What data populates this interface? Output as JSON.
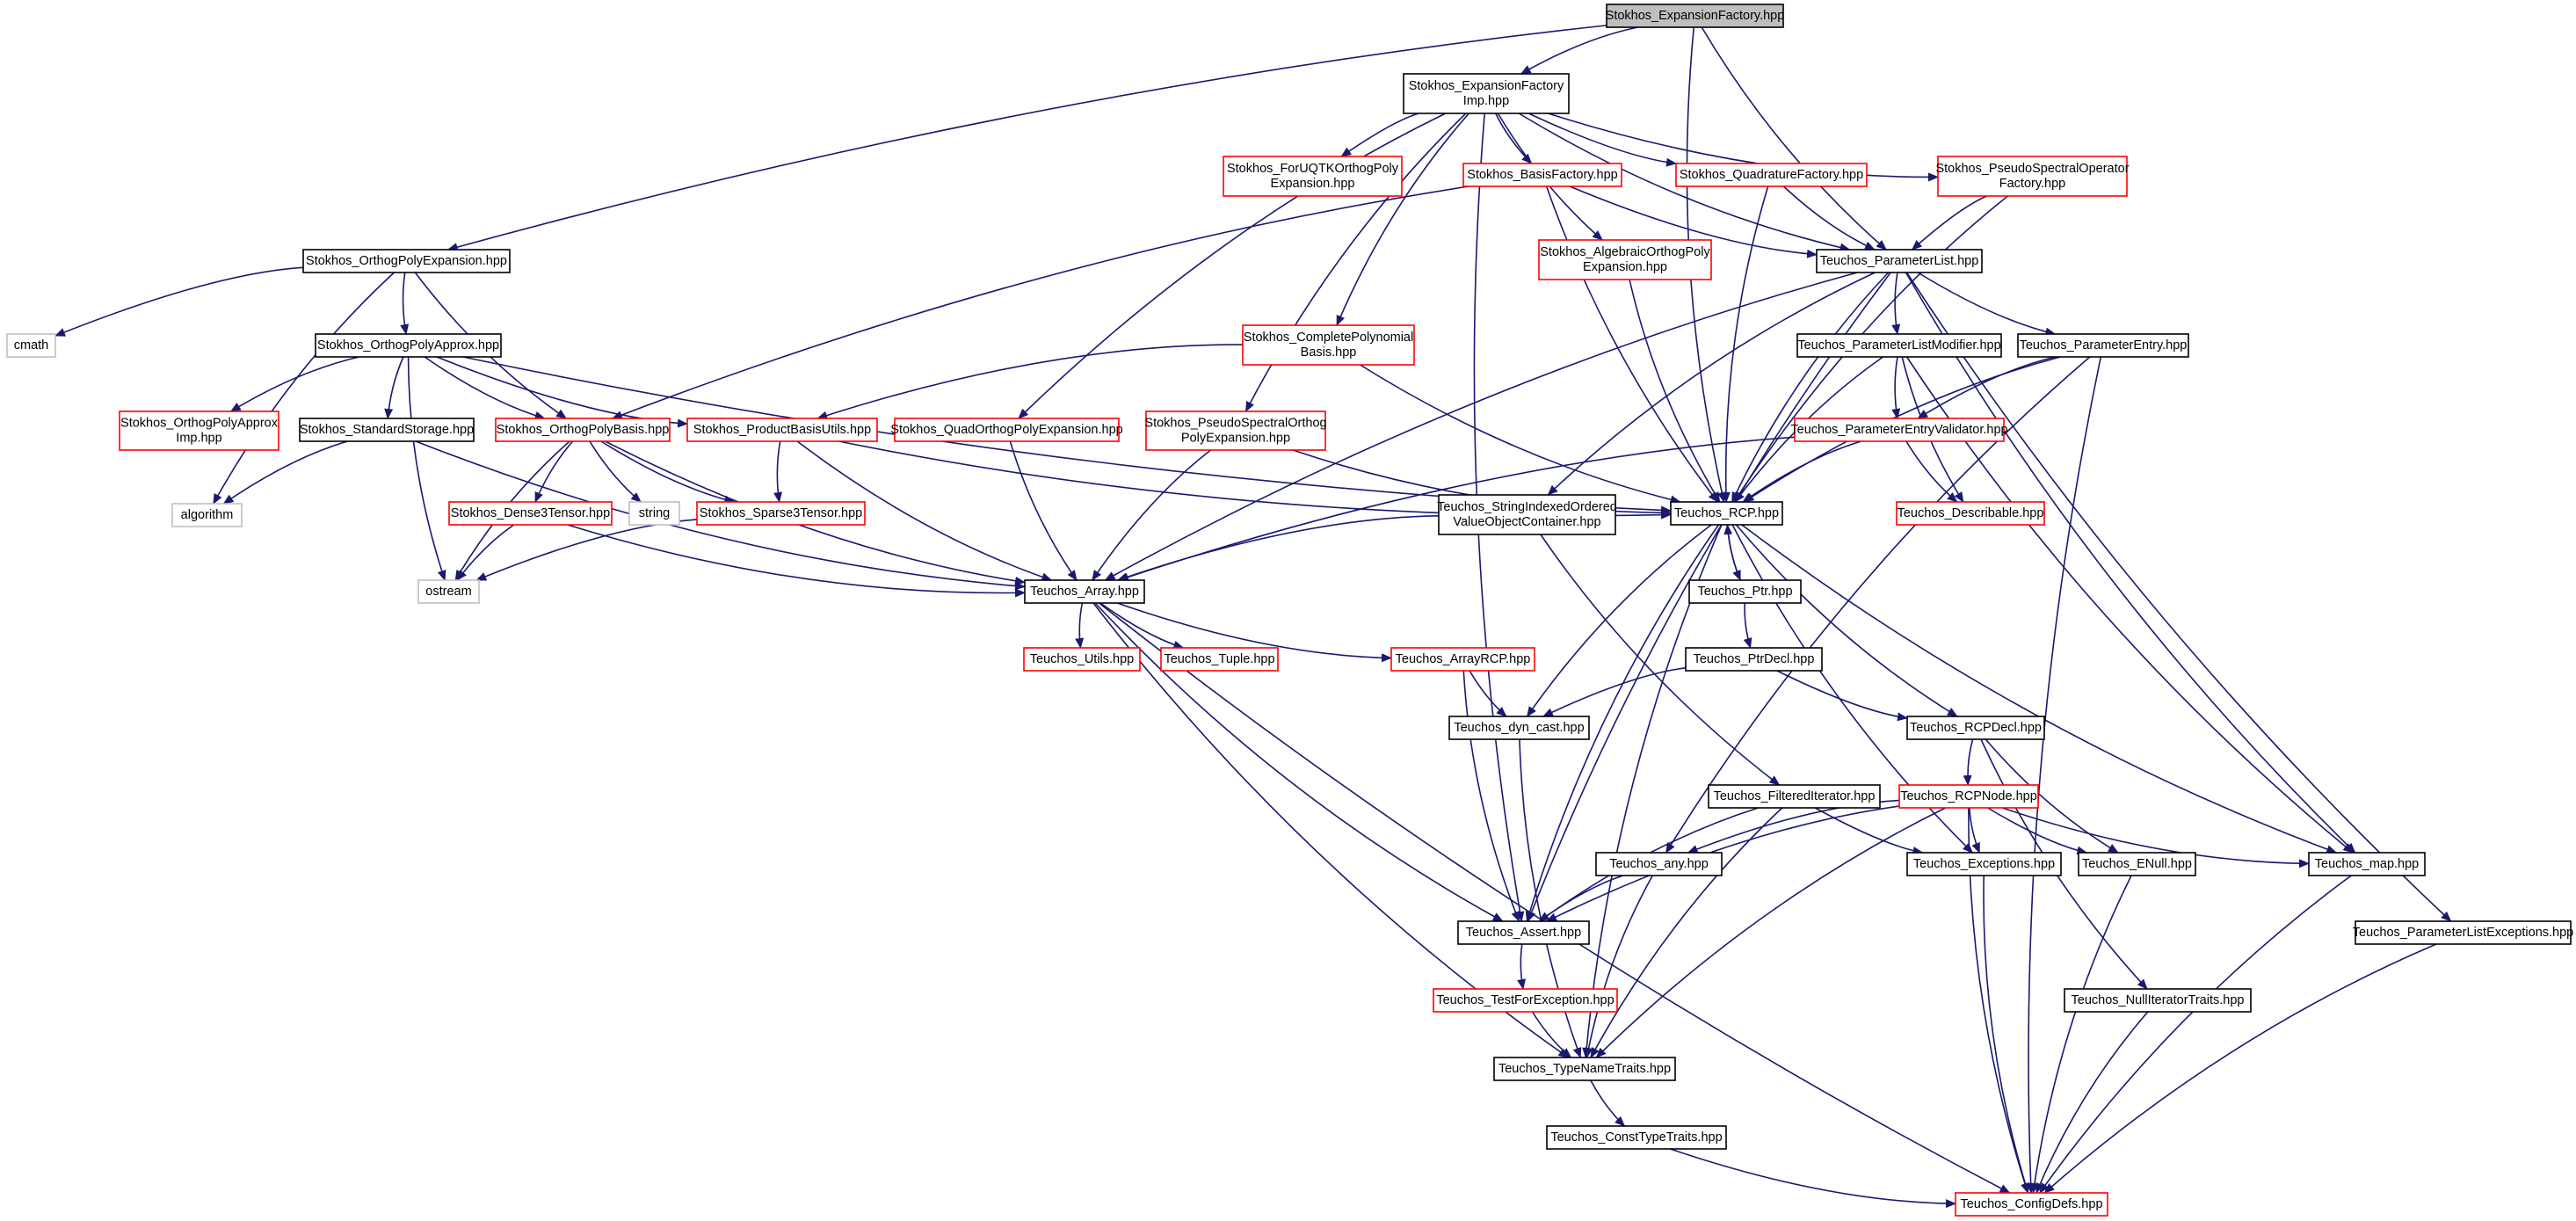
{
  "colors": {
    "edge": "#191970",
    "node_border_black": "#000000",
    "node_border_red": "#ff0000",
    "node_border_gray": "#bfbfbf",
    "root_fill": "#bfbfbf",
    "node_fill": "#ffffff"
  },
  "nodes": {
    "expansion_factory": {
      "lines": [
        "Stokhos_ExpansionFactory.hpp"
      ],
      "kind": "root"
    },
    "expansion_factory_imp": {
      "lines": [
        "Stokhos_ExpansionFactory",
        "Imp.hpp"
      ],
      "kind": "normal"
    },
    "orthog_poly_expansion": {
      "lines": [
        "Stokhos_OrthogPolyExpansion.hpp"
      ],
      "kind": "normal"
    },
    "cmath": {
      "lines": [
        "cmath"
      ],
      "kind": "system"
    },
    "orthog_poly_approx": {
      "lines": [
        "Stokhos_OrthogPolyApprox.hpp"
      ],
      "kind": "normal"
    },
    "orthog_poly_approx_imp": {
      "lines": [
        "Stokhos_OrthogPolyApprox",
        "Imp.hpp"
      ],
      "kind": "red"
    },
    "standard_storage": {
      "lines": [
        "Stokhos_StandardStorage.hpp"
      ],
      "kind": "normal"
    },
    "algorithm": {
      "lines": [
        "algorithm"
      ],
      "kind": "system"
    },
    "orthog_poly_basis": {
      "lines": [
        "Stokhos_OrthogPolyBasis.hpp"
      ],
      "kind": "red"
    },
    "product_basis_utils": {
      "lines": [
        "Stokhos_ProductBasisUtils.hpp"
      ],
      "kind": "red"
    },
    "string": {
      "lines": [
        "string"
      ],
      "kind": "system"
    },
    "dense3tensor": {
      "lines": [
        "Stokhos_Dense3Tensor.hpp"
      ],
      "kind": "red"
    },
    "sparse3tensor": {
      "lines": [
        "Stokhos_Sparse3Tensor.hpp"
      ],
      "kind": "red"
    },
    "ostream": {
      "lines": [
        "ostream"
      ],
      "kind": "system"
    },
    "for_uqtk": {
      "lines": [
        "Stokhos_ForUQTKOrthogPoly",
        "Expansion.hpp"
      ],
      "kind": "red"
    },
    "basis_factory": {
      "lines": [
        "Stokhos_BasisFactory.hpp"
      ],
      "kind": "red"
    },
    "quadrature_factory": {
      "lines": [
        "Stokhos_QuadratureFactory.hpp"
      ],
      "kind": "red"
    },
    "pseudo_spectral_op_factory": {
      "lines": [
        "Stokhos_PseudoSpectralOperator",
        "Factory.hpp"
      ],
      "kind": "red"
    },
    "algebraic_orthog_poly": {
      "lines": [
        "Stokhos_AlgebraicOrthogPoly",
        "Expansion.hpp"
      ],
      "kind": "red"
    },
    "complete_polynomial": {
      "lines": [
        "Stokhos_CompletePolynomial",
        "Basis.hpp"
      ],
      "kind": "red"
    },
    "quad_orthog_poly": {
      "lines": [
        "Stokhos_QuadOrthogPolyExpansion.hpp"
      ],
      "kind": "red"
    },
    "pseudo_spectral_orthog": {
      "lines": [
        "Stokhos_PseudoSpectralOrthog",
        "PolyExpansion.hpp"
      ],
      "kind": "red"
    },
    "parameter_list": {
      "lines": [
        "Teuchos_ParameterList.hpp"
      ],
      "kind": "normal"
    },
    "parameter_list_modifier": {
      "lines": [
        "Teuchos_ParameterListModifier.hpp"
      ],
      "kind": "normal"
    },
    "parameter_entry": {
      "lines": [
        "Teuchos_ParameterEntry.hpp"
      ],
      "kind": "normal"
    },
    "parameter_entry_validator": {
      "lines": [
        "Teuchos_ParameterEntryValidator.hpp"
      ],
      "kind": "red"
    },
    "describable": {
      "lines": [
        "Teuchos_Describable.hpp"
      ],
      "kind": "red"
    },
    "string_indexed": {
      "lines": [
        "Teuchos_StringIndexedOrdered",
        "ValueObjectContainer.hpp"
      ],
      "kind": "normal"
    },
    "rcp": {
      "lines": [
        "Teuchos_RCP.hpp"
      ],
      "kind": "normal"
    },
    "array": {
      "lines": [
        "Teuchos_Array.hpp"
      ],
      "kind": "normal"
    },
    "utils": {
      "lines": [
        "Teuchos_Utils.hpp"
      ],
      "kind": "red"
    },
    "tuple": {
      "lines": [
        "Teuchos_Tuple.hpp"
      ],
      "kind": "red"
    },
    "array_rcp": {
      "lines": [
        "Teuchos_ArrayRCP.hpp"
      ],
      "kind": "red"
    },
    "ptr": {
      "lines": [
        "Teuchos_Ptr.hpp"
      ],
      "kind": "normal"
    },
    "ptr_decl": {
      "lines": [
        "Teuchos_PtrDecl.hpp"
      ],
      "kind": "normal"
    },
    "dyn_cast": {
      "lines": [
        "Teuchos_dyn_cast.hpp"
      ],
      "kind": "normal"
    },
    "rcp_decl": {
      "lines": [
        "Teuchos_RCPDecl.hpp"
      ],
      "kind": "normal"
    },
    "filtered_iterator": {
      "lines": [
        "Teuchos_FilteredIterator.hpp"
      ],
      "kind": "normal"
    },
    "rcp_node": {
      "lines": [
        "Teuchos_RCPNode.hpp"
      ],
      "kind": "red"
    },
    "any": {
      "lines": [
        "Teuchos_any.hpp"
      ],
      "kind": "normal"
    },
    "exceptions": {
      "lines": [
        "Teuchos_Exceptions.hpp"
      ],
      "kind": "normal"
    },
    "enull": {
      "lines": [
        "Teuchos_ENull.hpp"
      ],
      "kind": "normal"
    },
    "map": {
      "lines": [
        "Teuchos_map.hpp"
      ],
      "kind": "normal"
    },
    "assert": {
      "lines": [
        "Teuchos_Assert.hpp"
      ],
      "kind": "normal"
    },
    "test_for_exception": {
      "lines": [
        "Teuchos_TestForException.hpp"
      ],
      "kind": "red"
    },
    "null_iterator_traits": {
      "lines": [
        "Teuchos_NullIteratorTraits.hpp"
      ],
      "kind": "normal"
    },
    "parameter_list_exceptions": {
      "lines": [
        "Teuchos_ParameterListExceptions.hpp"
      ],
      "kind": "normal"
    },
    "type_name_traits": {
      "lines": [
        "Teuchos_TypeNameTraits.hpp"
      ],
      "kind": "normal"
    },
    "const_type_traits": {
      "lines": [
        "Teuchos_ConstTypeTraits.hpp"
      ],
      "kind": "normal"
    },
    "config_defs": {
      "lines": [
        "Teuchos_ConfigDefs.hpp"
      ],
      "kind": "red"
    }
  },
  "edges": [
    [
      "expansion_factory",
      "expansion_factory_imp"
    ],
    [
      "expansion_factory",
      "orthog_poly_expansion"
    ],
    [
      "expansion_factory",
      "parameter_list"
    ],
    [
      "expansion_factory",
      "rcp"
    ],
    [
      "expansion_factory_imp",
      "for_uqtk"
    ],
    [
      "expansion_factory_imp",
      "basis_factory"
    ],
    [
      "expansion_factory_imp",
      "quadrature_factory"
    ],
    [
      "expansion_factory_imp",
      "pseudo_spectral_op_factory"
    ],
    [
      "expansion_factory_imp",
      "algebraic_orthog_poly"
    ],
    [
      "expansion_factory_imp",
      "complete_polynomial"
    ],
    [
      "expansion_factory_imp",
      "quad_orthog_poly"
    ],
    [
      "expansion_factory_imp",
      "pseudo_spectral_orthog"
    ],
    [
      "expansion_factory_imp",
      "parameter_list"
    ],
    [
      "expansion_factory_imp",
      "assert"
    ],
    [
      "orthog_poly_expansion",
      "cmath"
    ],
    [
      "orthog_poly_expansion",
      "orthog_poly_approx"
    ],
    [
      "orthog_poly_expansion",
      "orthog_poly_basis"
    ],
    [
      "orthog_poly_expansion",
      "algorithm"
    ],
    [
      "orthog_poly_approx",
      "orthog_poly_approx_imp"
    ],
    [
      "orthog_poly_approx",
      "standard_storage"
    ],
    [
      "orthog_poly_approx",
      "orthog_poly_basis"
    ],
    [
      "orthog_poly_approx",
      "product_basis_utils"
    ],
    [
      "orthog_poly_approx",
      "rcp"
    ],
    [
      "orthog_poly_approx",
      "ostream"
    ],
    [
      "standard_storage",
      "algorithm"
    ],
    [
      "standard_storage",
      "array"
    ],
    [
      "orthog_poly_basis",
      "string"
    ],
    [
      "orthog_poly_basis",
      "dense3tensor"
    ],
    [
      "orthog_poly_basis",
      "sparse3tensor"
    ],
    [
      "orthog_poly_basis",
      "ostream"
    ],
    [
      "orthog_poly_basis",
      "array"
    ],
    [
      "product_basis_utils",
      "sparse3tensor"
    ],
    [
      "product_basis_utils",
      "array"
    ],
    [
      "product_basis_utils",
      "rcp"
    ],
    [
      "dense3tensor",
      "ostream"
    ],
    [
      "dense3tensor",
      "array"
    ],
    [
      "sparse3tensor",
      "ostream"
    ],
    [
      "basis_factory",
      "orthog_poly_basis"
    ],
    [
      "basis_factory",
      "parameter_list"
    ],
    [
      "basis_factory",
      "rcp"
    ],
    [
      "quadrature_factory",
      "parameter_list"
    ],
    [
      "quadrature_factory",
      "rcp"
    ],
    [
      "pseudo_spectral_op_factory",
      "parameter_list"
    ],
    [
      "pseudo_spectral_op_factory",
      "rcp"
    ],
    [
      "algebraic_orthog_poly",
      "rcp"
    ],
    [
      "complete_polynomial",
      "product_basis_utils"
    ],
    [
      "complete_polynomial",
      "rcp"
    ],
    [
      "quad_orthog_poly",
      "array"
    ],
    [
      "pseudo_spectral_orthog",
      "array"
    ],
    [
      "pseudo_spectral_orthog",
      "rcp"
    ],
    [
      "parameter_list",
      "parameter_list_modifier"
    ],
    [
      "parameter_list",
      "parameter_entry"
    ],
    [
      "parameter_list",
      "string_indexed"
    ],
    [
      "parameter_list",
      "rcp"
    ],
    [
      "parameter_list",
      "array"
    ],
    [
      "parameter_list",
      "map"
    ],
    [
      "parameter_list",
      "parameter_list_exceptions"
    ],
    [
      "parameter_list",
      "assert"
    ],
    [
      "parameter_list_modifier",
      "parameter_entry_validator"
    ],
    [
      "parameter_list_modifier",
      "rcp"
    ],
    [
      "parameter_list_modifier",
      "describable"
    ],
    [
      "parameter_list_modifier",
      "map"
    ],
    [
      "parameter_entry",
      "parameter_entry_validator"
    ],
    [
      "parameter_entry",
      "rcp"
    ],
    [
      "parameter_entry",
      "any"
    ],
    [
      "parameter_entry",
      "config_defs"
    ],
    [
      "parameter_entry_validator",
      "describable"
    ],
    [
      "parameter_entry_validator",
      "rcp"
    ],
    [
      "parameter_entry_validator",
      "array"
    ],
    [
      "string_indexed",
      "array"
    ],
    [
      "string_indexed",
      "filtered_iterator"
    ],
    [
      "rcp",
      "ptr"
    ],
    [
      "rcp",
      "rcp_decl"
    ],
    [
      "rcp",
      "dyn_cast"
    ],
    [
      "rcp",
      "exceptions"
    ],
    [
      "rcp",
      "map"
    ],
    [
      "rcp",
      "assert"
    ],
    [
      "rcp",
      "type_name_traits"
    ],
    [
      "ptr",
      "rcp"
    ],
    [
      "ptr",
      "ptr_decl"
    ],
    [
      "ptr_decl",
      "dyn_cast"
    ],
    [
      "ptr_decl",
      "rcp_decl"
    ],
    [
      "array",
      "utils"
    ],
    [
      "array",
      "tuple"
    ],
    [
      "array",
      "array_rcp"
    ],
    [
      "array",
      "assert"
    ],
    [
      "array",
      "type_name_traits"
    ],
    [
      "array",
      "config_defs"
    ],
    [
      "array_rcp",
      "dyn_cast"
    ],
    [
      "array_rcp",
      "assert"
    ],
    [
      "dyn_cast",
      "type_name_traits"
    ],
    [
      "rcp_decl",
      "rcp_node"
    ],
    [
      "rcp_decl",
      "enull"
    ],
    [
      "rcp_decl",
      "null_iterator_traits"
    ],
    [
      "filtered_iterator",
      "exceptions"
    ],
    [
      "filtered_iterator",
      "assert"
    ],
    [
      "filtered_iterator",
      "type_name_traits"
    ],
    [
      "rcp_node",
      "any"
    ],
    [
      "rcp_node",
      "exceptions"
    ],
    [
      "rcp_node",
      "enull"
    ],
    [
      "rcp_node",
      "map"
    ],
    [
      "rcp_node",
      "assert"
    ],
    [
      "rcp_node",
      "type_name_traits"
    ],
    [
      "rcp_node",
      "config_defs"
    ],
    [
      "any",
      "assert"
    ],
    [
      "any",
      "type_name_traits"
    ],
    [
      "exceptions",
      "config_defs"
    ],
    [
      "enull",
      "config_defs"
    ],
    [
      "map",
      "config_defs"
    ],
    [
      "assert",
      "test_for_exception"
    ],
    [
      "test_for_exception",
      "type_name_traits"
    ],
    [
      "null_iterator_traits",
      "config_defs"
    ],
    [
      "parameter_list_exceptions",
      "config_defs"
    ],
    [
      "type_name_traits",
      "const_type_traits"
    ],
    [
      "const_type_traits",
      "config_defs"
    ]
  ]
}
